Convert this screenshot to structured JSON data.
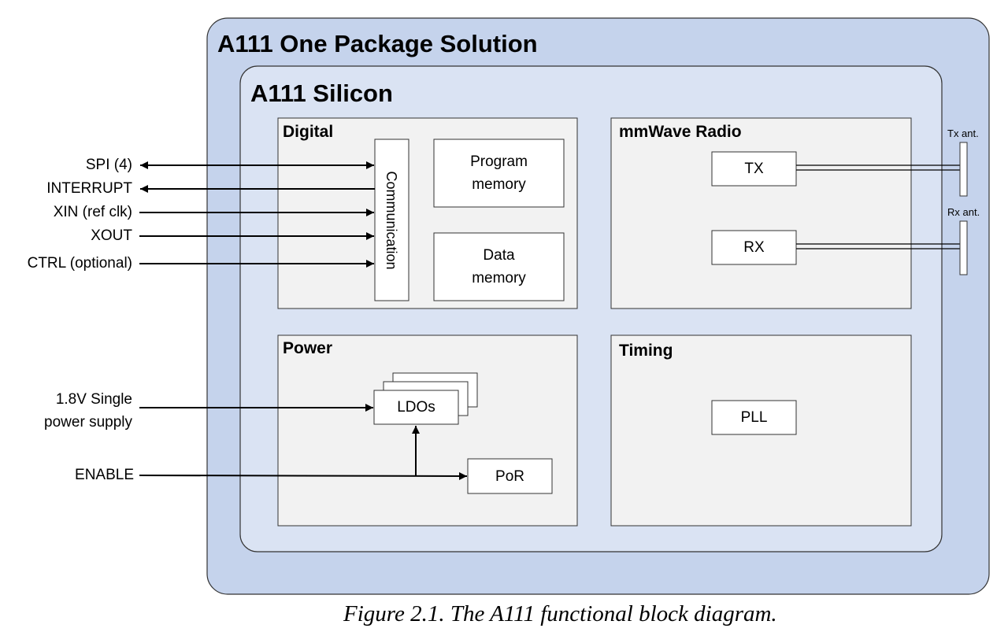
{
  "package": {
    "title": "A111 One Package Solution"
  },
  "silicon": {
    "title": "A111 Silicon"
  },
  "digital": {
    "title": "Digital",
    "communication": "Communication",
    "program_memory": [
      "Program",
      "memory"
    ],
    "data_memory": [
      "Data",
      "memory"
    ]
  },
  "radio": {
    "title": "mmWave Radio",
    "tx": "TX",
    "rx": "RX",
    "tx_antenna": "Tx ant.",
    "rx_antenna": "Rx ant."
  },
  "power": {
    "title": "Power",
    "ldos": "LDOs",
    "por": "PoR"
  },
  "timing": {
    "title": "Timing",
    "pll": "PLL"
  },
  "signals": {
    "spi": "SPI (4)",
    "interrupt": "INTERRUPT",
    "xin": "XIN (ref clk)",
    "xout": "XOUT",
    "ctrl": "CTRL (optional)",
    "supply": [
      "1.8V Single",
      "power supply"
    ],
    "enable": "ENABLE"
  },
  "caption": "Figure 2.1. The A111 functional block diagram.",
  "colors": {
    "package_fill": "#c5d3ec",
    "silicon_fill": "#dae3f3",
    "block_fill": "#f2f2f2",
    "box_fill": "#ffffff",
    "stroke": "#000000",
    "outline": "#333333"
  }
}
